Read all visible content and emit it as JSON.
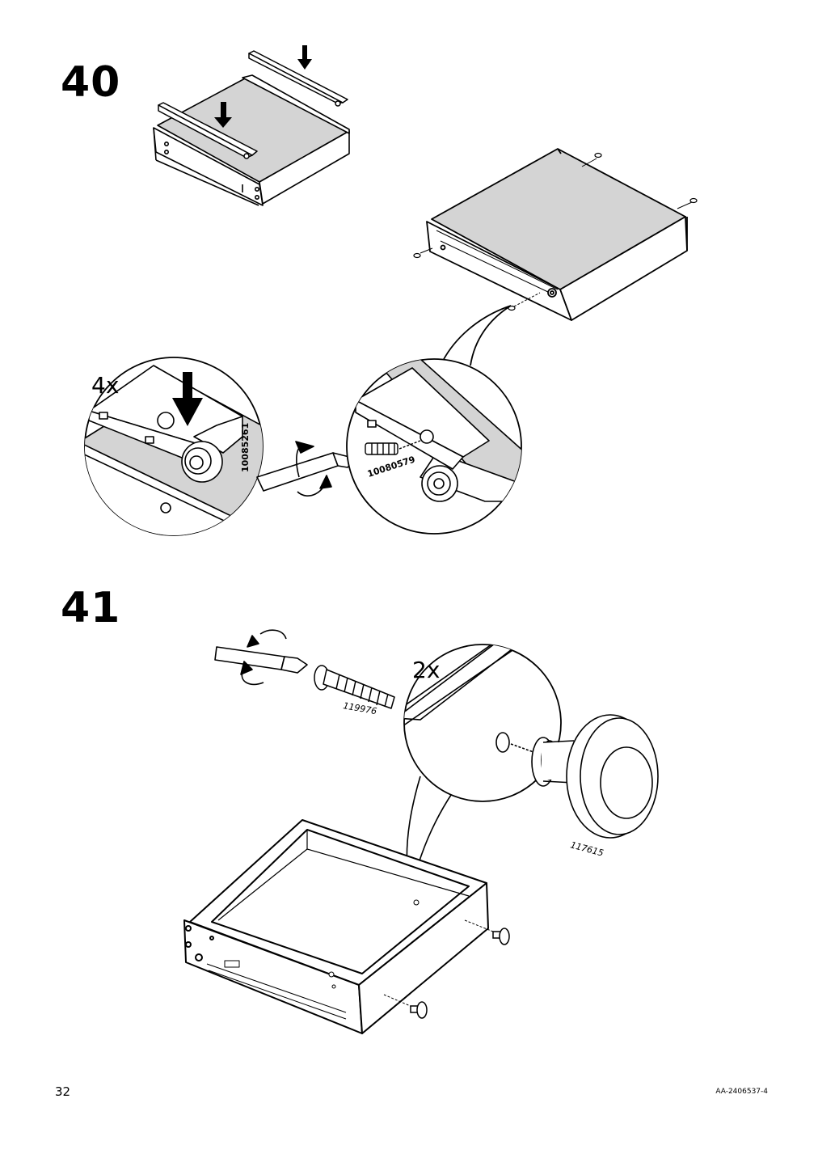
{
  "steps": [
    {
      "number": "40",
      "quantity_label": "4x",
      "part_numbers": [
        "10085261",
        "10080579"
      ]
    },
    {
      "number": "41",
      "quantity_label": "2x",
      "part_numbers": [
        "119976",
        "117615"
      ]
    }
  ],
  "footer": {
    "page_number": "32",
    "document_code": "AA-2406537-4"
  }
}
